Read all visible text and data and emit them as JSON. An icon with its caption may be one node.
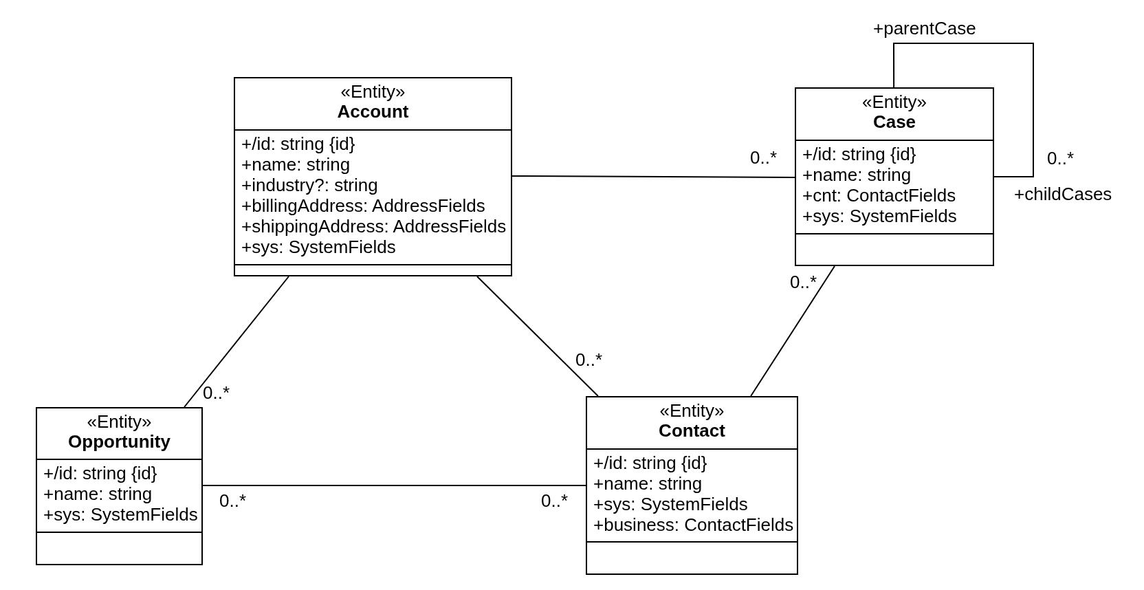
{
  "diagram": {
    "nodes": [
      {
        "text": [
          "«Entity»",
          "Account",
          "+/id: string {id}",
          "+name: string",
          "+industry?: string",
          "+billingAddress: AddressFields",
          "+shippingAddress: AddressFields",
          "+sys: SystemFields"
        ]
      },
      {
        "text": [
          "«Entity»",
          "Case",
          "+/id: string {id}",
          "+name: string",
          "+cnt: ContactFields",
          "+sys: SystemFields"
        ]
      },
      {
        "text": [
          "«Entity»",
          "Opportunity",
          "+/id: string {id}",
          "+name: string",
          "+sys: SystemFields"
        ]
      },
      {
        "text": [
          "«Entity»",
          "Contact",
          "+/id: string {id}",
          "+name: string",
          "+sys: SystemFields",
          "+business: ContactFields"
        ]
      }
    ],
    "edges": [
      {
        "from": 0,
        "to": 1,
        "arrow": "none"
      },
      {
        "from": 1,
        "to": 1,
        "arrow": "none"
      },
      {
        "from": 0,
        "to": 2,
        "arrow": "none"
      },
      {
        "from": 0,
        "to": 3,
        "arrow": "none"
      },
      {
        "from": 1,
        "to": 3,
        "arrow": "none"
      },
      {
        "from": 2,
        "to": 3,
        "arrow": "none"
      }
    ],
    "labels": [
      "+parentCase",
      "0..*",
      "0..*",
      "+childCases",
      "0..*",
      "0..*",
      "0..*",
      "0..*",
      "0..*"
    ]
  }
}
